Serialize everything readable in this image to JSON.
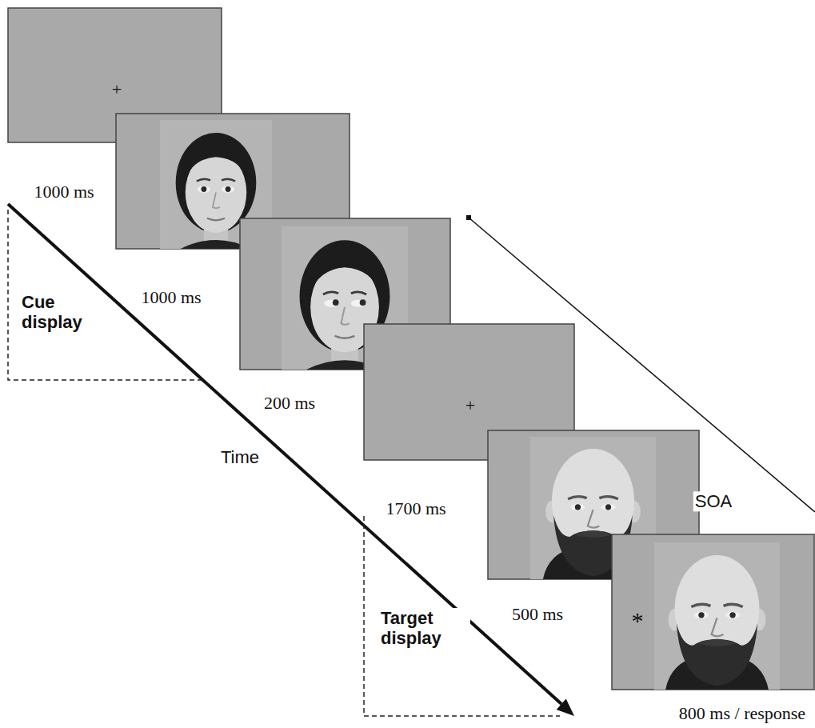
{
  "diagram": {
    "labels": [
      "+",
      "1000 ms",
      "1000 ms",
      "Cue display",
      "200 ms",
      "Time",
      "+",
      "1700 ms",
      "SOA",
      "500 ms",
      "Target display",
      "*",
      "800 ms / response"
    ]
  }
}
